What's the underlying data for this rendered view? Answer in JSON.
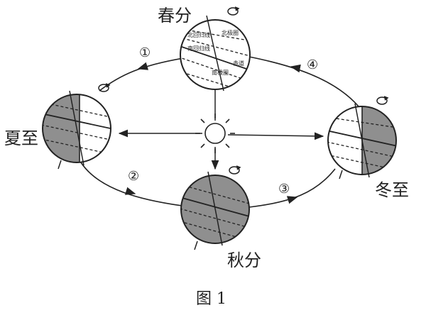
{
  "positions": {
    "spring_equinox": "春分",
    "summer_solstice": "夏至",
    "autumn_equinox": "秋分",
    "winter_solstice": "冬至"
  },
  "segments": {
    "seg1": "①",
    "seg2": "②",
    "seg3": "③",
    "seg4": "④"
  },
  "spring_globe_labels": {
    "north_polar_circle": "北极圈",
    "tropic_of_cancer": "北回归线",
    "equator": "赤道",
    "tropic_of_capricorn": "南回归线",
    "south_polar_circle": "南极圈"
  },
  "caption": "图 1",
  "colors": {
    "night_shade": "#8f8f8f",
    "line": "#222222",
    "background": "#ffffff"
  }
}
